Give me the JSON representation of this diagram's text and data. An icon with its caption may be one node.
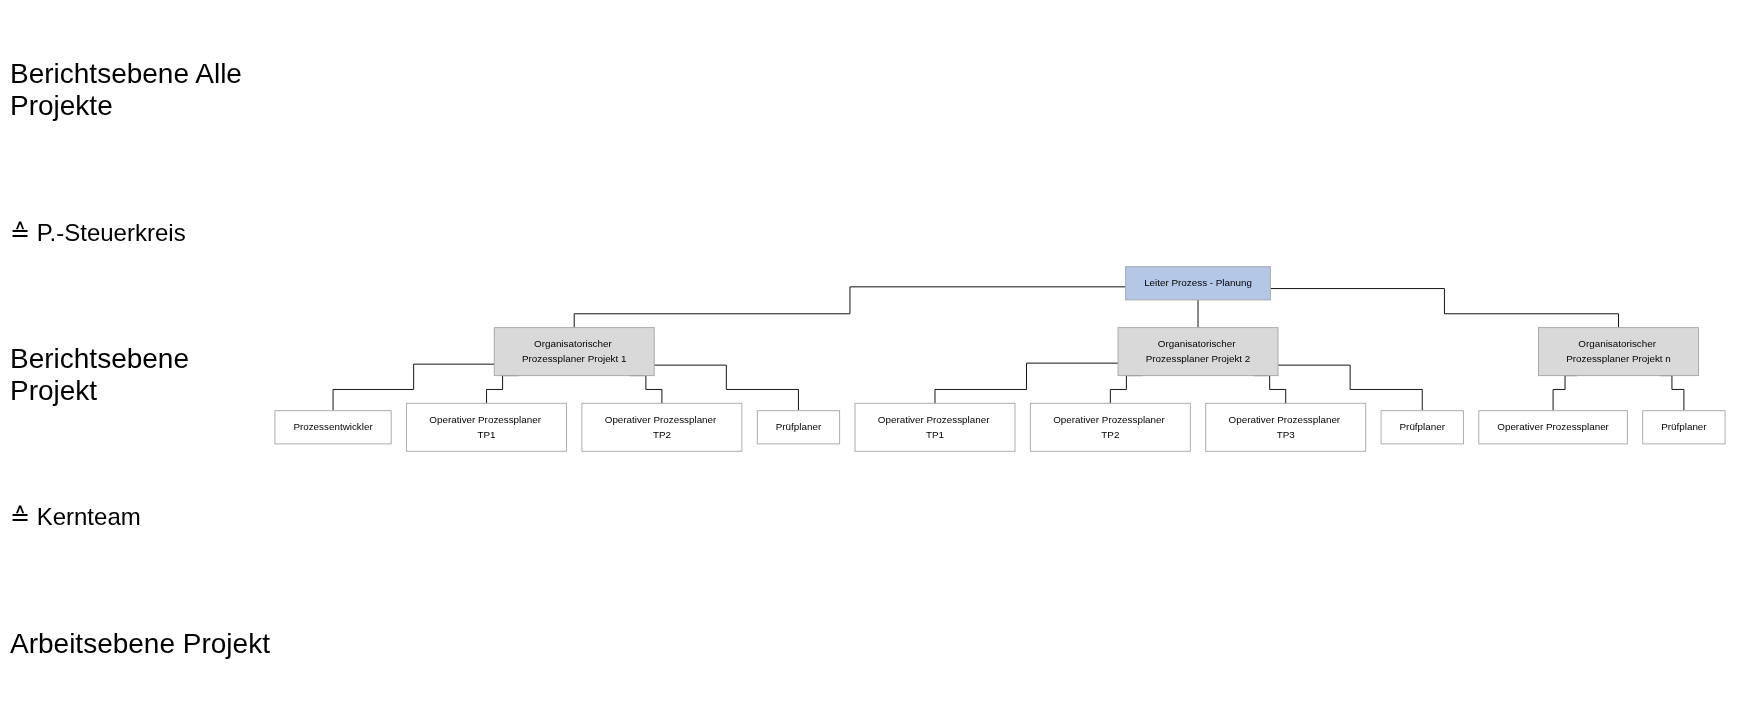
{
  "diagram": {
    "nodes": [
      {
        "text": [
          "Leiter Prozess - Planung"
        ]
      },
      {
        "text": [
          "Organisatorischer Prozessplaner Projekt 1"
        ]
      },
      {
        "text": [
          "Organisatorischer Prozessplaner Projekt 2"
        ]
      },
      {
        "text": [
          "Organisatorischer Prozessplaner Projekt n"
        ]
      },
      {
        "text": [
          "Prozessentwickler"
        ]
      },
      {
        "text": [
          "Operativer Prozessplaner TP1"
        ]
      },
      {
        "text": [
          "Operativer Prozessplaner TP2"
        ]
      },
      {
        "text": [
          "Prüfplaner"
        ]
      },
      {
        "text": [
          "Operativer Prozessplaner TP1"
        ]
      },
      {
        "text": [
          "Operativer Prozessplaner TP2"
        ]
      },
      {
        "text": [
          "Operativer Prozessplaner TP3"
        ]
      },
      {
        "text": [
          "Prüfplaner"
        ]
      },
      {
        "text": [
          "Operativer Prozessplaner"
        ]
      },
      {
        "text": [
          "Prüfplaner"
        ]
      }
    ],
    "edges": [
      {
        "from": 0,
        "to": 1,
        "arrow": "none"
      },
      {
        "from": 0,
        "to": 2,
        "arrow": "none"
      },
      {
        "from": 0,
        "to": 3,
        "arrow": "none"
      },
      {
        "from": 1,
        "to": 4,
        "arrow": "none"
      },
      {
        "from": 1,
        "to": 5,
        "arrow": "none"
      },
      {
        "from": 1,
        "to": 6,
        "arrow": "none"
      },
      {
        "from": 1,
        "to": 7,
        "arrow": "none"
      },
      {
        "from": 2,
        "to": 8,
        "arrow": "none"
      },
      {
        "from": 2,
        "to": 9,
        "arrow": "none"
      },
      {
        "from": 2,
        "to": 10,
        "arrow": "none"
      },
      {
        "from": 2,
        "to": 11,
        "arrow": "none"
      },
      {
        "from": 3,
        "to": 12,
        "arrow": "none"
      },
      {
        "from": 3,
        "to": 13,
        "arrow": "none"
      }
    ],
    "labels": [
      "Berichtsebene Alle Projekte",
      "≙ P.-Steuerkreis",
      "Berichtsebene Projekt",
      "≙ Kernteam",
      "Arbeitsebene Projekt"
    ]
  }
}
